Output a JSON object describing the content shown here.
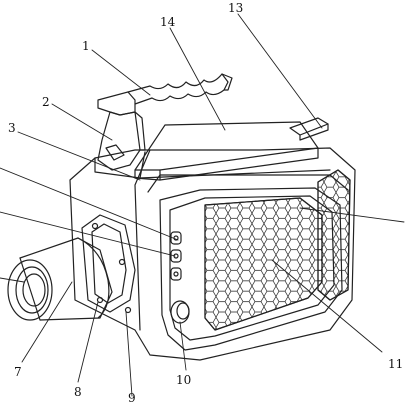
{
  "figure": {
    "callouts": [
      {
        "id": "1",
        "text": "1"
      },
      {
        "id": "2",
        "text": "2"
      },
      {
        "id": "3",
        "text": "3"
      },
      {
        "id": "7",
        "text": "7"
      },
      {
        "id": "8",
        "text": "8"
      },
      {
        "id": "9",
        "text": "9"
      },
      {
        "id": "10",
        "text": "10"
      },
      {
        "id": "11",
        "text": "11"
      },
      {
        "id": "13",
        "text": "13"
      },
      {
        "id": "14",
        "text": "14"
      }
    ]
  },
  "colors": {
    "line": "#222222",
    "background": "#ffffff"
  }
}
